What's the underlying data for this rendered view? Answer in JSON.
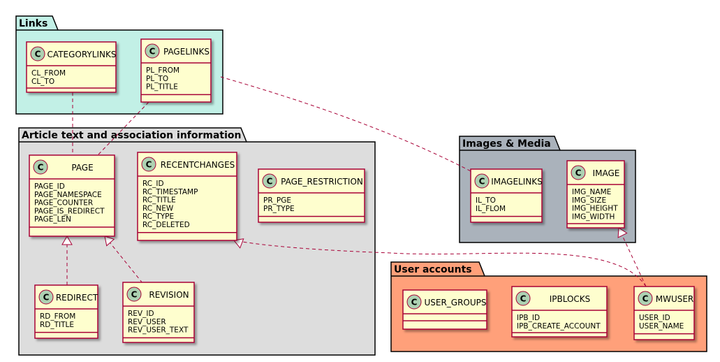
{
  "packages": [
    {
      "id": "links",
      "title": "Links",
      "color": "#C2F0E6"
    },
    {
      "id": "article",
      "title": "Article text and association information",
      "color": "#DDDDDD"
    },
    {
      "id": "images",
      "title": "Images & Media",
      "color": "#AAB2BB"
    },
    {
      "id": "users",
      "title": "User accounts",
      "color": "#FFA07A"
    }
  ],
  "classes": [
    {
      "id": "categorylinks",
      "name": "CATEGORYLINKS",
      "stereotype": "C",
      "attributes": [
        "CL_FROM",
        "CL_TO"
      ]
    },
    {
      "id": "pagelinks",
      "name": "PAGELINKS",
      "stereotype": "C",
      "attributes": [
        "PL_FROM",
        "PL_TO",
        "PL_TITLE"
      ]
    },
    {
      "id": "page",
      "name": "PAGE",
      "stereotype": "C",
      "attributes": [
        "PAGE_ID",
        "PAGE_NAMESPACE",
        "PAGE_COUNTER",
        "PAGE_IS_REDIRECT",
        "PAGE_LEN"
      ]
    },
    {
      "id": "recentchanges",
      "name": "RECENTCHANGES",
      "stereotype": "C",
      "attributes": [
        "RC_ID",
        "RC_TIMESTAMP",
        "RC_TITLE",
        "RC_NEW",
        "RC_TYPE",
        "RC_DELETED"
      ]
    },
    {
      "id": "page_restriction",
      "name": "PAGE_RESTRICTION",
      "stereotype": "C",
      "attributes": [
        "PR_PGE",
        "PR_TYPE"
      ]
    },
    {
      "id": "redirect",
      "name": "REDIRECT",
      "stereotype": "C",
      "attributes": [
        "RD_FROM",
        "RD_TITLE"
      ]
    },
    {
      "id": "revision",
      "name": "REVISION",
      "stereotype": "C",
      "attributes": [
        "REV_ID",
        "REV_USER",
        "REV_USER_TEXT"
      ]
    },
    {
      "id": "imagelinks",
      "name": "IMAGELINKS",
      "stereotype": "C",
      "attributes": [
        "IL_TO",
        "IL_FLOM"
      ]
    },
    {
      "id": "image",
      "name": "IMAGE",
      "stereotype": "C",
      "attributes": [
        "IMG_NAME",
        "IMG_SIZE",
        "IMG_HEIGHT",
        "IMG_WIDTH"
      ]
    },
    {
      "id": "user_groups",
      "name": "USER_GROUPS",
      "stereotype": "C",
      "attributes": []
    },
    {
      "id": "ipblocks",
      "name": "IPBLOCKS",
      "stereotype": "C",
      "attributes": [
        "IPB_ID",
        "IPB_CREATE_ACCOUNT"
      ]
    },
    {
      "id": "mwuser",
      "name": "MWUSER",
      "stereotype": "C",
      "attributes": [
        "USER_ID",
        "USER_NAME"
      ]
    }
  ],
  "relations": [
    {
      "from": "categorylinks",
      "to": "page",
      "type": "dependency"
    },
    {
      "from": "pagelinks",
      "to": "page",
      "type": "dependency"
    },
    {
      "from": "pagelinks",
      "to": "imagelinks",
      "type": "dependency"
    },
    {
      "from": "redirect",
      "to": "page",
      "type": "realization"
    },
    {
      "from": "revision",
      "to": "page",
      "type": "realization"
    },
    {
      "from": "mwuser",
      "to": "recentchanges",
      "type": "realization"
    },
    {
      "from": "mwuser",
      "to": "image",
      "type": "realization"
    }
  ],
  "colors": {
    "class_fill": "#FEFECE",
    "class_border": "#A80036",
    "edge": "#A80036",
    "stereotype_circle": "#ADD1B2"
  }
}
